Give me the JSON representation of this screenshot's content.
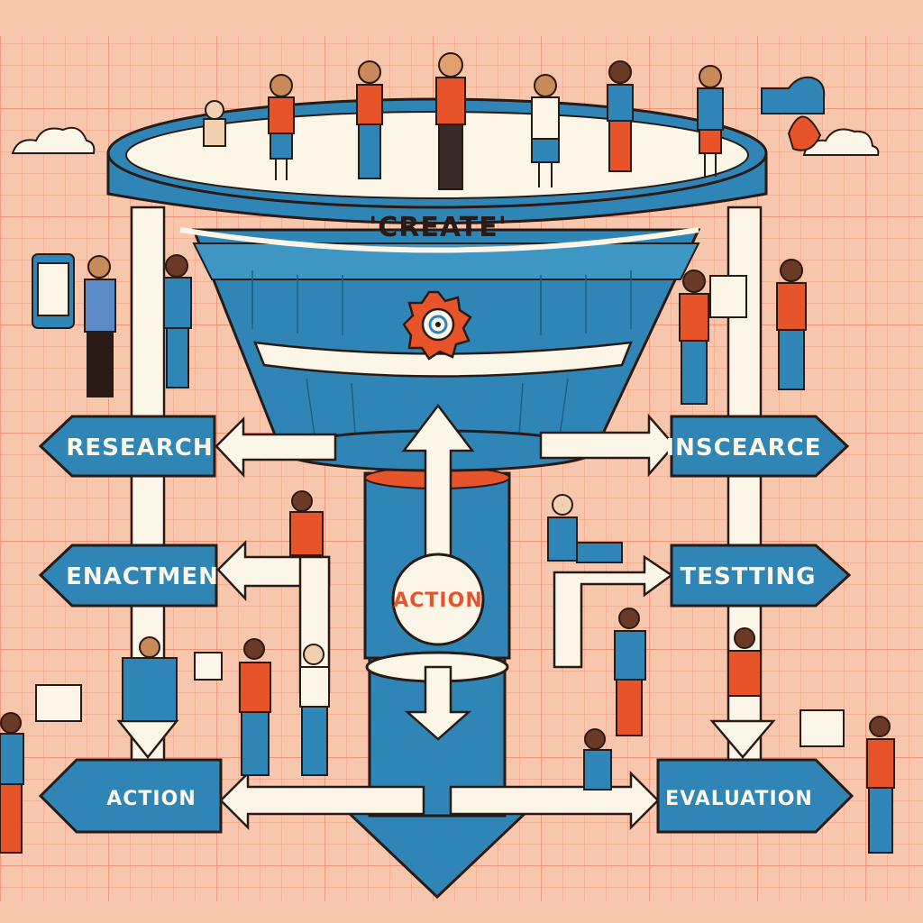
{
  "funnel": {
    "title": "'CREATE'",
    "center_label": "ACTION"
  },
  "labels": {
    "left": [
      "RESEARCH",
      "ENACTMEN",
      "ACTION"
    ],
    "right": [
      "INSCEARCE",
      "TESTTING",
      "EVALUATION"
    ]
  },
  "colors": {
    "background": "#f7c7ad",
    "grid": "#f29a7c",
    "funnel_blue": "#2f86b6",
    "funnel_dark": "#1f5f86",
    "outline": "#2a1a16",
    "accent_orange": "#e8542a",
    "cream": "#fbf6e8"
  },
  "icons": [
    "gear-target-icon",
    "cloud-icon",
    "chat-bubble-icon",
    "tablet-icon",
    "sign-icon"
  ]
}
